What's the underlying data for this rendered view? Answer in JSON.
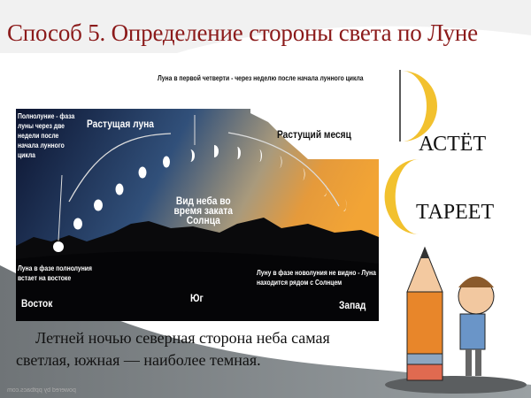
{
  "title": "Способ 5. Определение стороны света по Луне",
  "diagram": {
    "first_quarter": "Луна в первой четверти - через неделю после начала лунного цикла",
    "full_moon_phase": "Полнолуние - фаза луны через две недели после начала лунного цикла",
    "waxing_moon": "Растущая луна",
    "waxing_crescent": "Растущий месяц",
    "sky_view": "Вид неба во время заката Солнца",
    "full_moon_rises": "Луна в фазе полнолуния встает на востоке",
    "new_moon": "Луну в фазе новолуния не видно - Луна находится рядом с Солнцем",
    "east": "Восток",
    "south": "Юг",
    "west": "Запад"
  },
  "mnemonic": {
    "grows": "АСТЁТ",
    "ages": "ТАРЕЕТ"
  },
  "caption": "Летней ночью северная сторона неба самая светлая, южная — наиболее темная.",
  "watermark": "powered by pptbacs.com",
  "colors": {
    "title": "#8b1a1a",
    "moon_yellow": "#f2c12e"
  }
}
